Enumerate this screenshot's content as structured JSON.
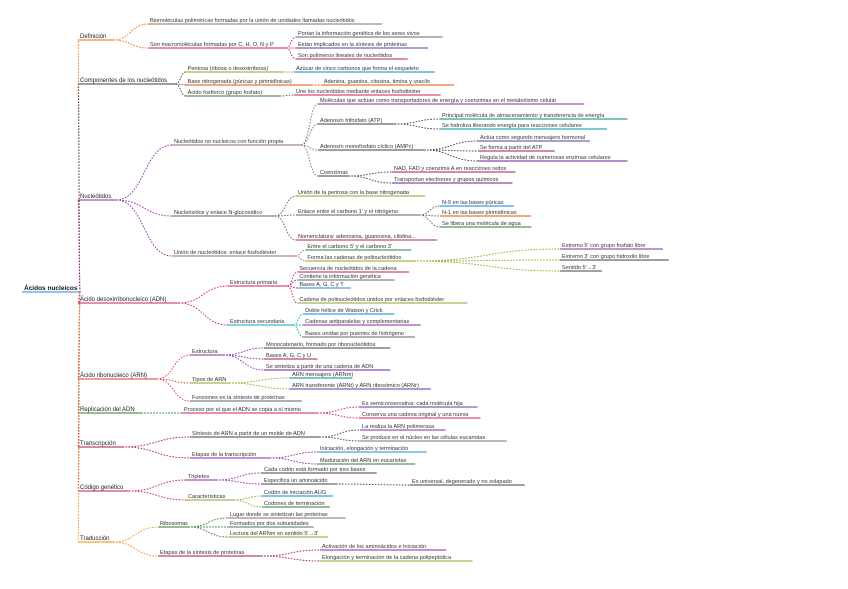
{
  "mindmap": {
    "root": {
      "label": "Ácidos nucleicos",
      "color": "#1e88e5"
    },
    "branches": [
      {
        "id": "b0",
        "color": "#ef6c00",
        "label": "Definición",
        "children": [
          {
            "label": "Biomoléculas poliméricas formadas por la unión de unidades llamadas nucleótidos",
            "color": "#8e6c5a"
          },
          {
            "label": "Son macromoléculas formadas por C, H, O, N y P",
            "color": "#d81b60",
            "children": [
              {
                "label": "Portan la información genética de los seres vivos",
                "color": "#546e7a"
              },
              {
                "label": "Están implicados en la síntesis de proteínas",
                "color": "#5e35b1"
              },
              {
                "label": "Son polímeros lineales de nucleótidos",
                "color": "#c2185b"
              }
            ]
          }
        ]
      },
      {
        "id": "b1",
        "color": "#424242",
        "label": "Componentes de los nucleótidos",
        "children": [
          {
            "label": "Pentosa (ribosa o desoxirribosa)",
            "color": "#9e9d24",
            "children": [
              {
                "label": "Azúcar de cinco carbonos que forma el esqueleto",
                "color": "#0288d1"
              }
            ]
          },
          {
            "label": "Base nitrogenada (púricas y pirimidínicas)",
            "color": "#e65100",
            "children": [
              {
                "label": "Adenina, guanina, citosina, timina y uracilo",
                "color": "#e65100"
              }
            ]
          },
          {
            "label": "Ácido fosfórico (grupo fosfato)",
            "color": "#2e7d32",
            "children": [
              {
                "label": "Une los nucleótidos mediante enlaces fosfodiéster",
                "color": "#d81b60"
              }
            ]
          }
        ]
      },
      {
        "id": "b2",
        "color": "#8e24aa",
        "label": "Nucleótidos",
        "children": [
          {
            "label": "Nucleótidos no nucleicos con función propia",
            "color": "#8d6e63",
            "children": [
              {
                "label": "Moléculas que actúan como transportadores de energía y coenzimas en el metabolismo celular",
                "color": "#8e24aa"
              },
              {
                "label": "Adenosín trifosfato (ATP)",
                "color": "#424242",
                "children": [
                  {
                    "label": "Principal molécula de almacenamiento y transferencia de energía",
                    "color": "#00897b"
                  },
                  {
                    "label": "Se hidroliza liberando energía para reacciones celulares",
                    "color": "#0097a7"
                  }
                ]
              },
              {
                "label": "Adenosín monofosfato cíclico (AMPc)",
                "color": "#424242",
                "children": [
                  {
                    "label": "Actúa como segundo mensajero hormonal",
                    "color": "#5e35b1"
                  },
                  {
                    "label": "Se forma a partir del ATP",
                    "color": "#ad1457"
                  },
                  {
                    "label": "Regula la actividad de numerosas enzimas celulares",
                    "color": "#6a1b9a"
                  }
                ]
              },
              {
                "label": "Coenzimas",
                "color": "#424242",
                "children": [
                  {
                    "label": "NAD, FAD y coenzima A en reacciones redox",
                    "color": "#ad1457"
                  },
                  {
                    "label": "Transportan electrones y grupos químicos",
                    "color": "#6a1b9a"
                  }
                ]
              }
            ]
          },
          {
            "label": "Nucleósidos y enlace N-glucosídico",
            "color": "#616161",
            "children": [
              {
                "label": "Unión de la pentosa con la base nitrogenada",
                "color": "#9e9d24"
              },
              {
                "label": "Enlace entre el carbono 1' y el nitrógeno",
                "color": "#616161",
                "children": [
                  {
                    "label": "N-9 en las bases púricas",
                    "color": "#0288d1"
                  },
                  {
                    "label": "N-1 en las bases pirimidínicas",
                    "color": "#e65100"
                  },
                  {
                    "label": "Se libera una molécula de agua",
                    "color": "#2e7d32"
                  }
                ]
              },
              {
                "label": "Nomenclatura: adenosina, guanosina, citidina...",
                "color": "#c2185b"
              }
            ]
          },
          {
            "label": "Unión de nucleótidos: enlace fosfodiéster",
            "color": "#8e6c5a",
            "children": [
              {
                "label": "Entre el carbono 5' y el carbono 3'",
                "color": "#2e7d32"
              },
              {
                "label": "Forma las cadenas de polinucleótidos",
                "color": "#9e9d24",
                "children": [
                  {
                    "label": "Extremo 5' con grupo fosfato libre",
                    "color": "#8e24aa"
                  },
                  {
                    "label": "Extremo 3' con grupo hidroxilo libre",
                    "color": "#424242"
                  },
                  {
                    "label": "Sentido 5'→3'",
                    "color": "#424242"
                  }
                ]
              }
            ]
          }
        ]
      },
      {
        "id": "b3",
        "color": "#d81b60",
        "label": "Ácido desoxirribonucleico (ADN)",
        "children": [
          {
            "label": "Estructura primaria",
            "color": "#d81b60",
            "children": [
              {
                "label": "Secuencia de nucleótidos de la cadena",
                "color": "#c2185b"
              },
              {
                "label": "Contiene la información genética",
                "color": "#546e7a"
              },
              {
                "label": "Bases A, G, C y T",
                "color": "#1e88e5"
              },
              {
                "label": "Cadena de polinucleótidos unidos por enlaces fosfodiéster",
                "color": "#9e9d24"
              }
            ]
          },
          {
            "label": "Estructura secundaria",
            "color": "#00acc1",
            "children": [
              {
                "label": "Doble hélice de Watson y Crick",
                "color": "#0288d1"
              },
              {
                "label": "Cadenas antiparalelas y complementarias",
                "color": "#8e24aa"
              },
              {
                "label": "Bases unidas por puentes de hidrógeno",
                "color": "#546e7a"
              }
            ]
          }
        ]
      },
      {
        "id": "b4",
        "color": "#e53935",
        "label": "Ácido ribonucleico (ARN)",
        "children": [
          {
            "label": "Estructura",
            "color": "#8e24aa",
            "children": [
              {
                "label": "Monocatenario, formado por ribonucleótidos",
                "color": "#424242"
              },
              {
                "label": "Bases A, G, C y U",
                "color": "#ad1457"
              },
              {
                "label": "Se sintetiza a partir de una cadena de ADN",
                "color": "#6a1b9a"
              }
            ]
          },
          {
            "label": "Tipos de ARN",
            "color": "#9e9d24",
            "children": [
              {
                "label": "ARN mensajero (ARNm)",
                "color": "#00897b"
              },
              {
                "label": "ARN transferente (ARNt) y ARN ribosómico (ARNr)",
                "color": "#5e35b1"
              }
            ]
          },
          {
            "label": "Funciones en la síntesis de proteínas",
            "color": "#616161"
          }
        ]
      },
      {
        "id": "b5",
        "color": "#2e7d32",
        "label": "Replicación del ADN",
        "children": [
          {
            "label": "Proceso por el que el ADN se copia a sí mismo",
            "color": "#d81b60",
            "children": [
              {
                "label": "Es semiconservativa: cada molécula hija",
                "color": "#5e35b1"
              },
              {
                "label": "Conserva una cadena original y una nueva",
                "color": "#d81b60"
              }
            ]
          }
        ]
      },
      {
        "id": "b6",
        "color": "#ad1457",
        "label": "Transcripción",
        "children": [
          {
            "label": "Síntesis de ARN a partir de un molde de ADN",
            "color": "#424242",
            "children": [
              {
                "label": "La realiza la ARN polimerasa",
                "color": "#8e24aa"
              },
              {
                "label": "Se produce en el núcleo en las células eucariotas",
                "color": "#757575"
              }
            ]
          },
          {
            "label": "Etapas de la transcripción",
            "color": "#8e24aa",
            "children": [
              {
                "label": "Iniciación, elongación y terminación",
                "color": "#1e88e5"
              },
              {
                "label": "Maduración del ARN en eucariotas",
                "color": "#2e7d32"
              }
            ]
          }
        ]
      },
      {
        "id": "b7",
        "color": "#c2185b",
        "label": "Código genético",
        "children": [
          {
            "label": "Tripletes",
            "color": "#8e24aa",
            "children": [
              {
                "label": "Cada codón está formado por tres bases",
                "color": "#424242"
              },
              {
                "label": "Especifica un aminoácido",
                "color": "#424242",
                "children": [
                  {
                    "label": "Es universal, degenerado y no solapado",
                    "color": "#424242"
                  }
                ]
              }
            ]
          },
          {
            "label": "Características",
            "color": "#9e9d24",
            "children": [
              {
                "label": "Codón de iniciación AUG",
                "color": "#0288d1"
              },
              {
                "label": "Codones de terminación",
                "color": "#2e7d32"
              }
            ]
          }
        ]
      },
      {
        "id": "b8",
        "color": "#fb8c00",
        "label": "Traducción",
        "children": [
          {
            "label": "Ribosomas",
            "color": "#2e7d32",
            "children": [
              {
                "label": "Lugar donde se sintetizan las proteínas",
                "color": "#8d6e63"
              },
              {
                "label": "Formados por dos subunidades",
                "color": "#546e7a"
              },
              {
                "label": "Lectura del ARNm en sentido 5'→3'",
                "color": "#9e9d24"
              }
            ]
          },
          {
            "label": "Etapas de la síntesis de proteínas",
            "color": "#ad1457",
            "children": [
              {
                "label": "Activación de los aminoácidos e iniciación",
                "color": "#8e24aa"
              },
              {
                "label": "Elongación y terminación de la cadena polipeptídica",
                "color": "#9e9d24"
              }
            ]
          }
        ]
      }
    ]
  }
}
